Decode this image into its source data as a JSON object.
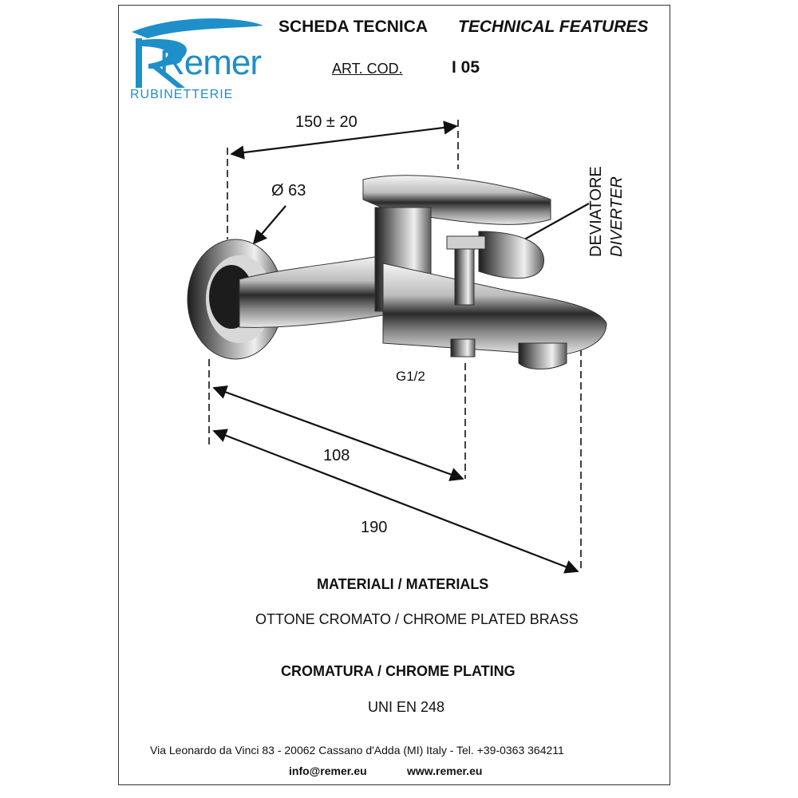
{
  "brand": {
    "name": "Remer",
    "tagline": "RUBINETTERIE",
    "color": "#1e8fc9"
  },
  "header": {
    "title_it": "SCHEDA TECNICA",
    "title_en": "TECHNICAL FEATURES",
    "art_label": "ART. COD.",
    "art_code": "I 05"
  },
  "drawing": {
    "dim_width": "150 ± 20",
    "dim_diameter": "Ø 63",
    "diverter_it": "DEVIATORE",
    "diverter_en": "DIVERTER",
    "thread": "G1/2",
    "dim_108": "108",
    "dim_190": "190"
  },
  "materials": {
    "title": "MATERIALI / MATERIALS",
    "value": "OTTONE CROMATO / CHROME PLATED BRASS"
  },
  "plating": {
    "title": "CROMATURA / CHROME PLATING",
    "value": "UNI EN 248"
  },
  "footer": {
    "address": "Via Leonardo da Vinci 83 - 20062 Cassano d'Adda (MI) Italy - Tel. +39-0363 364211",
    "email": "info@remer.eu",
    "website": "www.remer.eu"
  }
}
